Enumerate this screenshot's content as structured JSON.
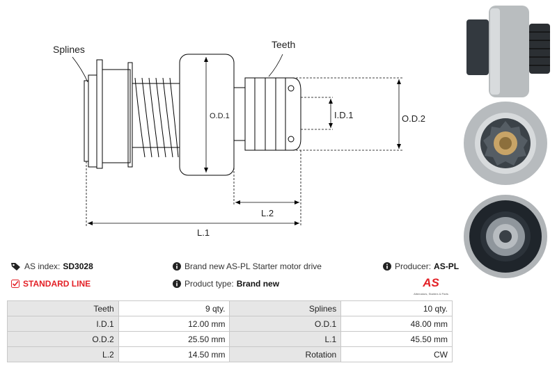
{
  "diagram": {
    "labels": {
      "splines": "Splines",
      "teeth": "Teeth",
      "od1": "O.D.1",
      "id1": "I.D.1",
      "od2": "O.D.2",
      "l2": "L.2",
      "l1": "L.1"
    }
  },
  "info": {
    "as_index_label": "AS index:",
    "as_index_value": "SD3028",
    "standard_line": "STANDARD LINE",
    "brand_text": "Brand new AS-PL Starter motor drive",
    "product_type_label": "Product type:",
    "product_type_value": "Brand new",
    "producer_label": "Producer:",
    "producer_value": "AS-PL"
  },
  "logo": {
    "text": "AS",
    "tagline": "Alternators, Starters & Parts"
  },
  "specs": {
    "rows": [
      {
        "k1": "Teeth",
        "v1": "9 qty.",
        "k2": "Splines",
        "v2": "10 qty."
      },
      {
        "k1": "I.D.1",
        "v1": "12.00 mm",
        "k2": "O.D.1",
        "v2": "48.00 mm"
      },
      {
        "k1": "O.D.2",
        "v1": "25.50 mm",
        "k2": "L.1",
        "v2": "45.50 mm"
      },
      {
        "k1": "L.2",
        "v1": "14.50 mm",
        "k2": "Rotation",
        "v2": "CW"
      }
    ]
  },
  "colors": {
    "accent": "#e32026",
    "table_header_bg": "#e6e6e6",
    "line": "#000000"
  },
  "icons": [
    "tag-icon",
    "info-icon",
    "checkbox-checked-icon"
  ]
}
